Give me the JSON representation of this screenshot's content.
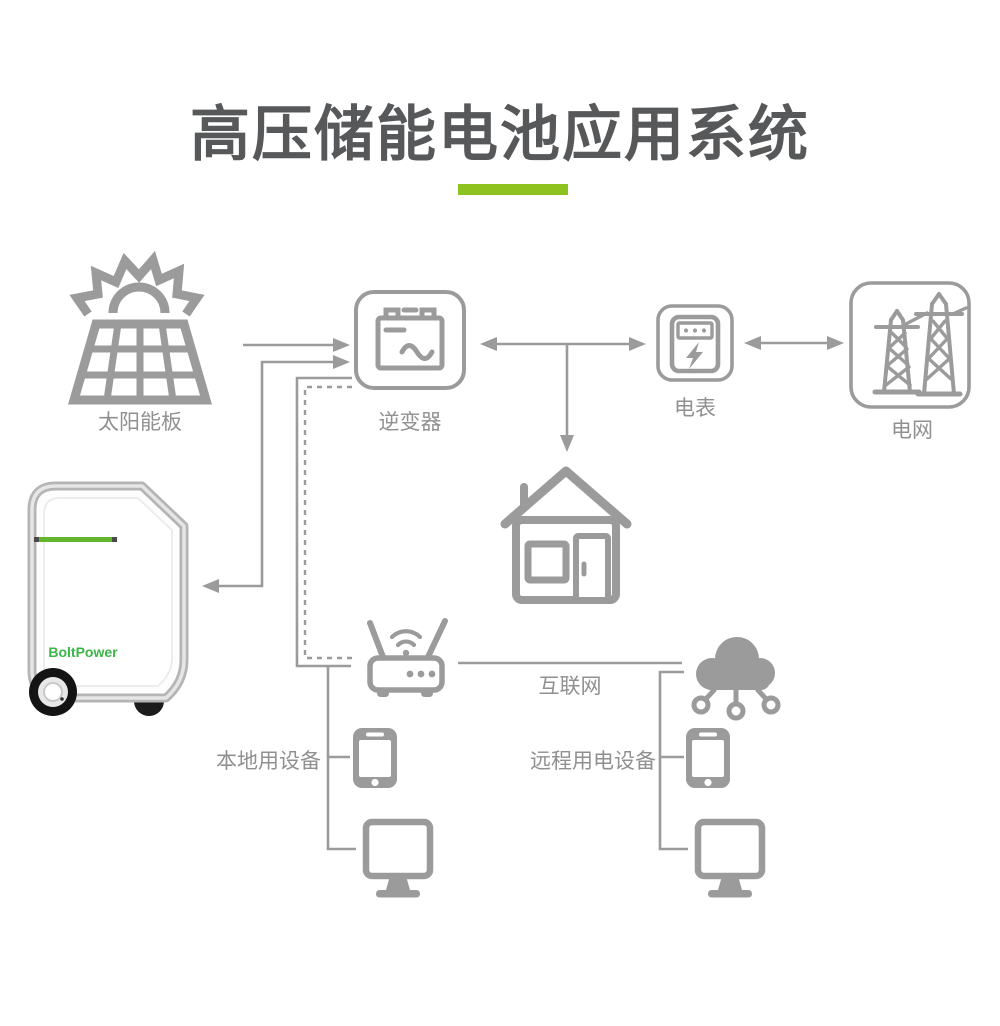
{
  "title": "高压储能电池应用系统",
  "colors": {
    "title": "#57585a",
    "accent_green": "#8dc21f",
    "icon_gray": "#9b9b9b",
    "label_gray": "#909090",
    "brand_green": "#3cb54a"
  },
  "nodes": {
    "solar": {
      "label": "太阳能板",
      "icon": "solar-panel-icon"
    },
    "inverter": {
      "label": "逆变器",
      "icon": "inverter-icon"
    },
    "meter": {
      "label": "电表",
      "icon": "electric-meter-icon"
    },
    "grid": {
      "label": "电网",
      "icon": "power-grid-icon"
    },
    "house": {
      "icon": "house-icon"
    },
    "router": {
      "icon": "wifi-router-icon"
    },
    "cloud": {
      "icon": "cloud-network-icon"
    },
    "internet": {
      "label": "互联网"
    },
    "local_devices": {
      "label": "本地用设备",
      "icons": [
        "smartphone-icon",
        "monitor-icon"
      ]
    },
    "remote_devices": {
      "label": "远程用电设备",
      "icons": [
        "smartphone-icon",
        "monitor-icon"
      ]
    },
    "battery": {
      "brand": "BoltPower",
      "icon": "battery-storage-product"
    }
  },
  "connections": [
    "solar → inverter",
    "battery ↔ inverter",
    "inverter ↔ meter",
    "meter ↔ grid",
    "inverter → house",
    "inverter ⇠dashed⇢ router",
    "inverter — local devices (phone, monitor)",
    "router — internet — cloud",
    "cloud — remote devices (phone, monitor)"
  ]
}
